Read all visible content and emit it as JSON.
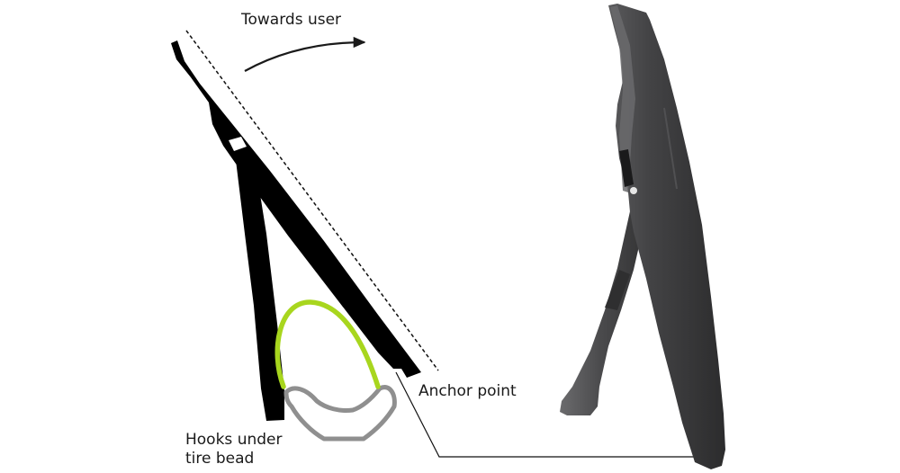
{
  "labels": {
    "towards_user": "Towards user",
    "anchor_point": "Anchor point",
    "hooks_line1": "Hooks under",
    "hooks_line2": "tire bead"
  },
  "colors": {
    "tool_silhouette": "#000000",
    "tire_bead": "#a8d61e",
    "rim": "#8f8f8f",
    "product_body": "#3b3b3c",
    "product_highlight": "#6a6a6c",
    "arrow": "#1a1a1a"
  }
}
